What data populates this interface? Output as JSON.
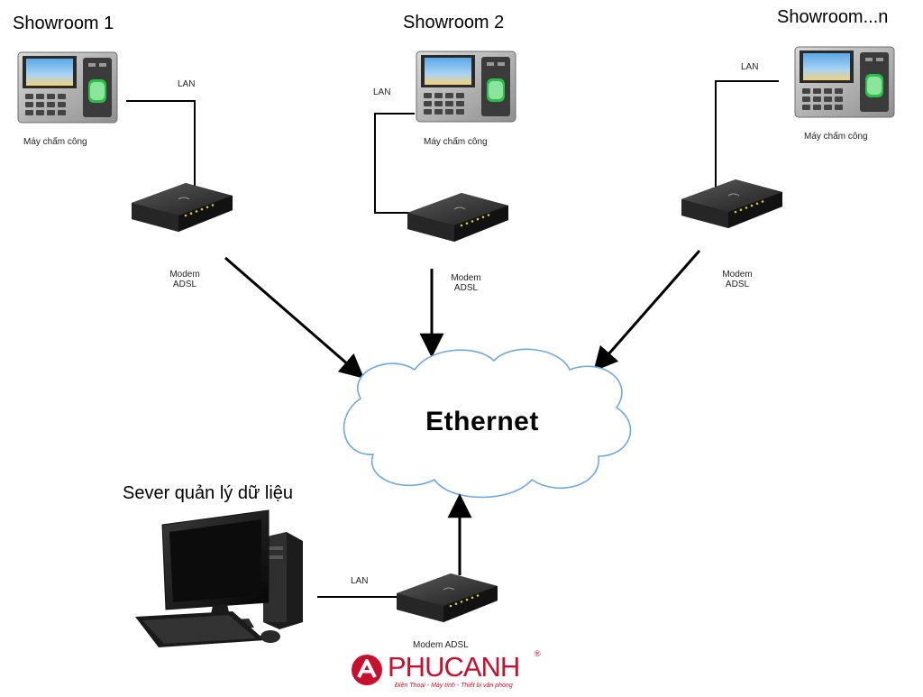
{
  "diagram": {
    "showrooms": [
      {
        "title": "Showroom 1",
        "device_label": "Máy chấm công",
        "link_label": "LAN",
        "modem_label_line1": "Modem",
        "modem_label_line2": "ADSL"
      },
      {
        "title": "Showroom 2",
        "device_label": "Máy chấm công",
        "link_label": "LAN",
        "modem_label_line1": "Modem",
        "modem_label_line2": "ADSL"
      },
      {
        "title": "Showroom...n",
        "device_label": "Máy chấm công",
        "link_label": "LAN",
        "modem_label_line1": "Modem",
        "modem_label_line2": "ADSL"
      }
    ],
    "cloud_label": "Ethernet",
    "server": {
      "title": "Sever quản lý dữ liệu",
      "link_label": "LAN",
      "modem_label": "Modem ADSL"
    }
  },
  "brand": {
    "name": "PHUCANH",
    "registered": "®",
    "tagline": "Điện Thoại - Máy tính - Thiết bị văn phòng",
    "color": "#c8102e"
  }
}
